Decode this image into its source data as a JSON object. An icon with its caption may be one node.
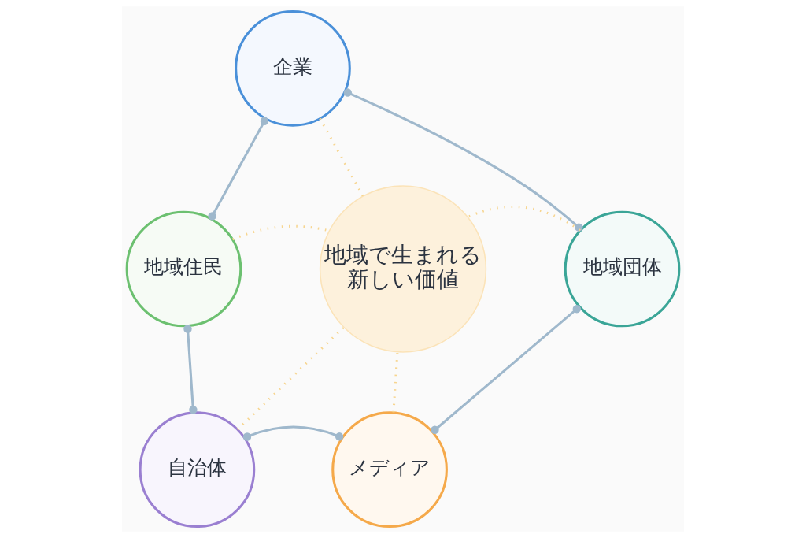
{
  "diagram": {
    "nodes": [
      {
        "text": [
          "企業"
        ]
      },
      {
        "text": [
          "地域住民"
        ]
      },
      {
        "text": [
          "地域で生まれる新しい価値"
        ]
      },
      {
        "text": [
          "地域団体"
        ]
      },
      {
        "text": [
          "自治体"
        ]
      },
      {
        "text": [
          "メディア"
        ]
      }
    ],
    "edges": [
      {
        "from": 1,
        "to": 0,
        "arrow": "other"
      },
      {
        "from": 0,
        "to": 3,
        "arrow": "other"
      },
      {
        "from": 1,
        "to": 4,
        "arrow": "other"
      },
      {
        "from": 3,
        "to": 5,
        "arrow": "other"
      },
      {
        "from": 4,
        "to": 5,
        "arrow": "other"
      },
      {
        "from": 0,
        "to": 2,
        "arrow": "none",
        "style": "dashed"
      },
      {
        "from": 1,
        "to": 2,
        "arrow": "none",
        "style": "dashed"
      },
      {
        "from": 3,
        "to": 2,
        "arrow": "none",
        "style": "dashed"
      },
      {
        "from": 4,
        "to": 2,
        "arrow": "none",
        "style": "dashed"
      },
      {
        "from": 5,
        "to": 2,
        "arrow": "none",
        "style": "dashed"
      }
    ]
  }
}
